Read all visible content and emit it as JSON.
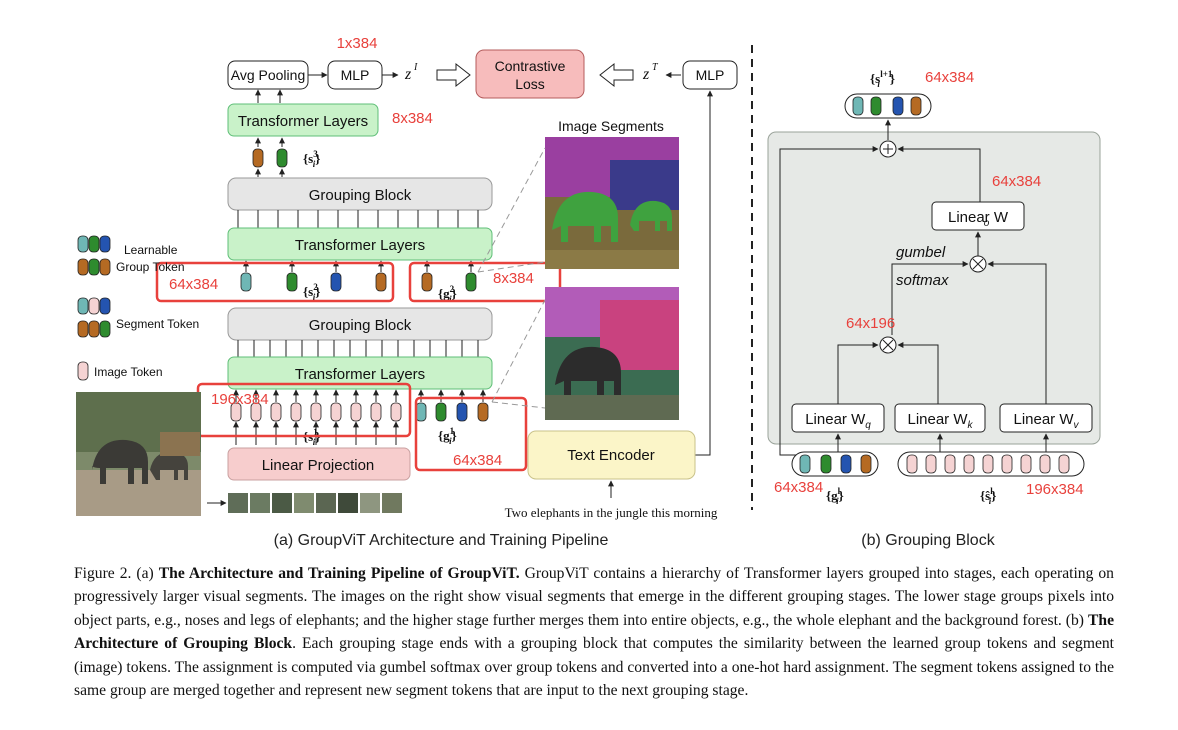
{
  "colors": {
    "red": "#e8413c",
    "green_box": "#c9f2c9",
    "green_border": "#4fbf6a",
    "gray_box": "#e6e6e6",
    "pink_box": "#f7cdcd",
    "yellow_box": "#fbf5c8",
    "tok_teal": "#6fb7b5",
    "tok_green": "#2e8b2e",
    "tok_blue": "#2454b0",
    "tok_orange": "#b56a23",
    "tok_pink": "#f5d3d3"
  },
  "left": {
    "avg_pooling": "Avg Pooling",
    "mlp_img": "MLP",
    "z_img": "z",
    "z_img_sup": "I",
    "contrastive_line1": "Contrastive",
    "contrastive_line2": "Loss",
    "z_txt": "z",
    "z_txt_sup": "T",
    "mlp_txt": "MLP",
    "dim_1x384": "1x384",
    "transformer_top": "Transformer Layers",
    "dim_8x384_a": "8x384",
    "s3_label": "{s",
    "s3_sup": "3",
    "s3_sub": "i",
    "grouping_block_1": "Grouping Block",
    "transformer_mid": "Transformer Layers",
    "dim_64x384_a": "64x384",
    "s2_label": "{s",
    "s2_sup": "2",
    "s2_sub": "i",
    "g2_label": "{g",
    "g2_sup": "2",
    "g2_sub": "i",
    "dim_8x384_b": "8x384",
    "grouping_block_2": "Grouping Block",
    "transformer_low": "Transformer Layers",
    "dim_196x384": "196x384",
    "s1_label": "{s",
    "s1_sup": "1",
    "s1_sub": "i",
    "g1_label": "{g",
    "g1_sup": "1",
    "g1_sub": "i",
    "dim_64x384_b": "64x384",
    "linear_projection": "Linear Projection",
    "text_encoder": "Text Encoder",
    "text_input": "Two elephants in the jungle this morning",
    "image_segments": "Image Segments",
    "legend_learnable_1": "Learnable",
    "legend_learnable_2": "Group Token",
    "legend_segment": "Segment Token",
    "legend_image": "Image Token",
    "subcaption": "(a) GroupViT Architecture and Training Pipeline"
  },
  "right": {
    "out_label": "{s",
    "out_sup": "l+1",
    "out_sub": "i",
    "dim_out": "64x384",
    "dim_wo": "64x384",
    "linear_wo": "Linear W",
    "wo_sub": "o",
    "gumbel_1": "gumbel",
    "gumbel_2": "softmax",
    "dim_attn": "64x196",
    "linear_wq": "Linear W",
    "wq_sub": "q",
    "linear_wk": "Linear W",
    "wk_sub": "k",
    "linear_wv": "Linear W",
    "wv_sub": "v",
    "dim_g_in": "64x384",
    "g_in_label": "{g",
    "g_in_sup": "l",
    "g_in_sub": "i",
    "s_in_label": "{ŝ",
    "s_in_sup": "l",
    "s_in_sub": "i",
    "dim_s_in": "196x384",
    "subcaption": "(b) Grouping Block"
  },
  "caption": {
    "prefix": "Figure 2. (a) ",
    "bold1": "The Architecture and Training Pipeline of GroupViT.",
    "part1": " GroupViT contains a hierarchy of Transformer layers grouped into stages, each operating on progressively larger visual segments. The images on the right show visual segments that emerge in the different grouping stages. The lower stage groups pixels into object parts, e.g., noses and legs of elephants; and the higher stage further merges them into entire objects, e.g., the whole elephant and the background forest. (b) ",
    "bold2": "The Architecture of Grouping Block",
    "part2": ". Each grouping stage ends with a grouping block that computes the similarity between the learned group tokens and segment (image) tokens. The assignment is computed via gumbel softmax over group tokens and converted into a one-hot hard assignment. The segment tokens assigned to the same group are merged together and represent new segment tokens that are input to the next grouping stage."
  }
}
